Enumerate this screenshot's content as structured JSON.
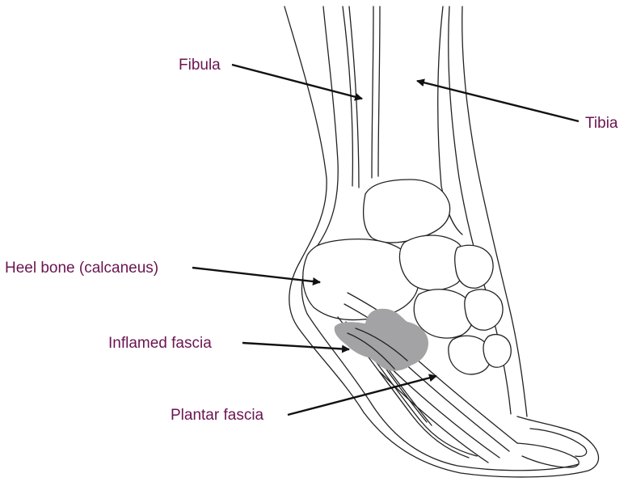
{
  "labels": {
    "fibula": "Fibula",
    "tibia": "Tibia",
    "heel_bone": "Heel bone (calcaneus)",
    "inflamed_fascia": "Inflamed fascia",
    "plantar_fascia": "Plantar fascia"
  },
  "colors": {
    "label_text": "#6b1450",
    "inflamed_region": "#a3a3a5",
    "outline": "#222222"
  }
}
